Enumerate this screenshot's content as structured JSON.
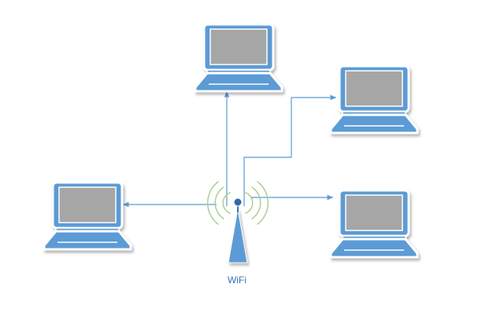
{
  "access_point": {
    "label": "WiFi",
    "icon": "wifi-antenna-icon"
  },
  "devices": [
    {
      "name": "laptop-top",
      "icon": "laptop-icon"
    },
    {
      "name": "laptop-upper-right",
      "icon": "laptop-icon"
    },
    {
      "name": "laptop-left",
      "icon": "laptop-icon"
    },
    {
      "name": "laptop-right",
      "icon": "laptop-icon"
    }
  ],
  "colors": {
    "laptop_fill": "#5b9bd5",
    "laptop_stroke": "#3f74ad",
    "screen": "#a6a6a6",
    "connector": "#5b9bd5",
    "signal_wave": "#a9d18e",
    "label_text": "#2e75b6"
  }
}
